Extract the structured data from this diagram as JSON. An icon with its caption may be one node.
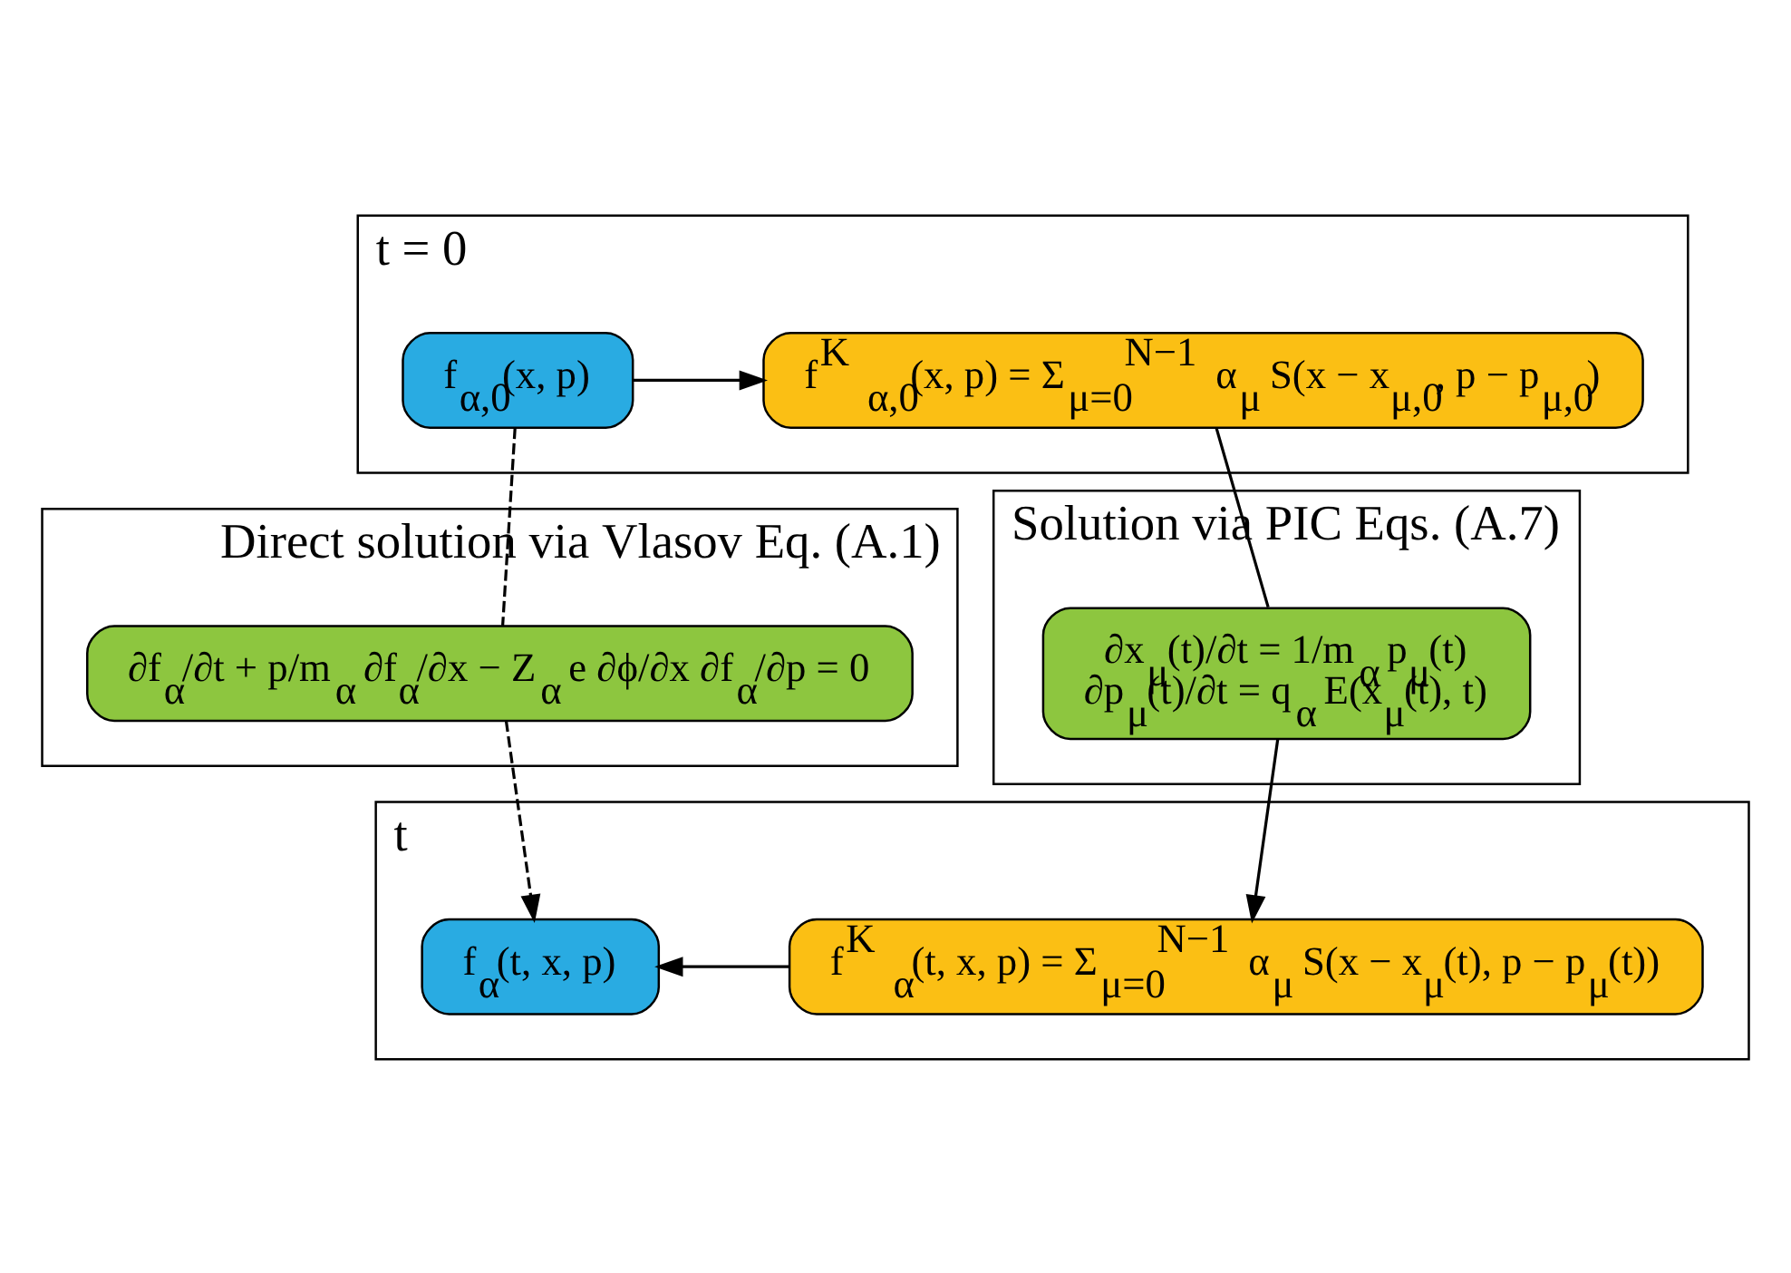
{
  "diagram": {
    "nodes": [
      {
        "text": [
          "t = 0"
        ]
      },
      {
        "text": [
          "f$_{α,0}$(x, p)"
        ],
        "in": 0
      },
      {
        "text": [
          "f$^{K}$$_{α,0}$(x, p) = Σ$_{μ=0}$$^{N−1}$ α$_{μ}$ S(x − x$_{μ,0}$, p − p$_{μ,0}$)"
        ],
        "in": 0
      },
      {
        "text": [
          "Direct solution via Vlasov Eq. (A.1)"
        ]
      },
      {
        "text": [
          "∂f$_{α}$/∂t + p/m$_{α}$ ∂f$_{α}$/∂x − Z$_{α}$ e ∂ϕ/∂x ∂f$_{α}$/∂p = 0"
        ],
        "in": 3
      },
      {
        "text": [
          "Solution via PIC Eqs. (A.7)"
        ]
      },
      {
        "text": [
          "∂x$_{μ}$(t)/∂t = 1/m$_{α}$ p$_{μ}$(t)",
          "∂p$_{μ}$(t)/∂t = q$_{α}$ E(x$_{μ}$(t), t)"
        ],
        "in": 5
      },
      {
        "text": [
          "t"
        ]
      },
      {
        "text": [
          "f$_{α}$(t, x, p)"
        ],
        "in": 7
      },
      {
        "text": [
          "f$^{K}$$_{α}$(t, x, p) = Σ$_{μ=0}$$^{N−1}$ α$_{μ}$ S(x − x$_{μ}$(t), p − p$_{μ}$(t))"
        ],
        "in": 7
      }
    ],
    "edges": [
      {
        "from": 1,
        "to": 2,
        "arrow": "to"
      },
      {
        "from": 1,
        "to": 4,
        "arrow": "none",
        "style": "dashed"
      },
      {
        "from": 4,
        "to": 8,
        "arrow": "to",
        "style": "dashed"
      },
      {
        "from": 2,
        "to": 6,
        "arrow": "none"
      },
      {
        "from": 6,
        "to": 9,
        "arrow": "to"
      },
      {
        "from": 9,
        "to": 8,
        "arrow": "to"
      }
    ]
  }
}
